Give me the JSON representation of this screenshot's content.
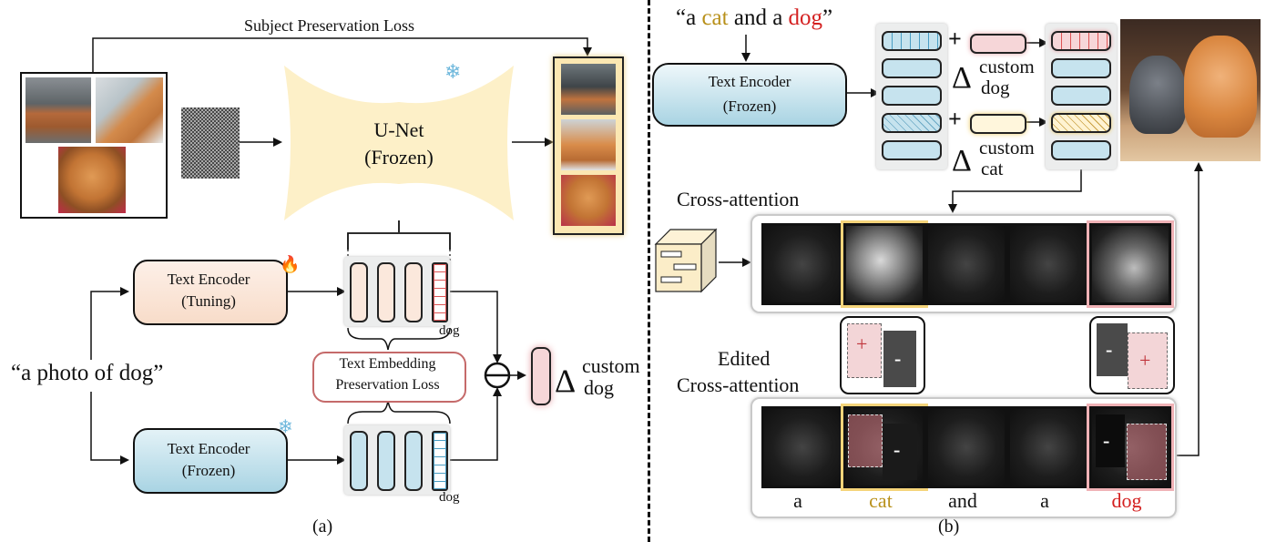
{
  "left_panel": {
    "subject_loss_label": "Subject Preservation Loss",
    "unet_line1": "U-Net",
    "unet_line2": "(Frozen)",
    "encoder_tuning_line1": "Text Encoder",
    "encoder_tuning_line2": "(Tuning)",
    "encoder_frozen_line1": "Text Encoder",
    "encoder_frozen_line2": "(Frozen)",
    "prompt": "“a photo of dog”",
    "tep_line1": "Text Embedding",
    "tep_line2": "Preservation Loss",
    "token_top": "dog",
    "token_bottom": "dog",
    "delta_symbol": "Δ",
    "delta_sup": "custom",
    "delta_sub": "dog",
    "caption": "(a)"
  },
  "right_panel": {
    "prompt_open": "“a ",
    "prompt_cat": "cat",
    "prompt_mid": " and a ",
    "prompt_dog": "dog",
    "prompt_close": "”",
    "encoder_line1": "Text Encoder",
    "encoder_line2": "(Frozen)",
    "delta_symbol": "Δ",
    "delta_dog_sup": "custom",
    "delta_dog_sub": "dog",
    "delta_cat_sup": "custom",
    "delta_cat_sub": "cat",
    "cross_attention_label": "Cross-attention",
    "edited_line1": "Edited",
    "edited_line2": "Cross-attention",
    "plus_glyph": "+",
    "minus_glyph": "-",
    "tokens": [
      "a",
      "cat",
      "and",
      "a",
      "dog"
    ],
    "caption": "(b)"
  },
  "colors": {
    "cat": "#b8901a",
    "dog": "#d42020",
    "frozen_fill": "#c9e5ee",
    "tuning_fill": "#fbe6da",
    "unet_fill": "#fdf0c8",
    "pink_fill": "#f6d6d8",
    "yellow_fill": "#fff3d2"
  }
}
